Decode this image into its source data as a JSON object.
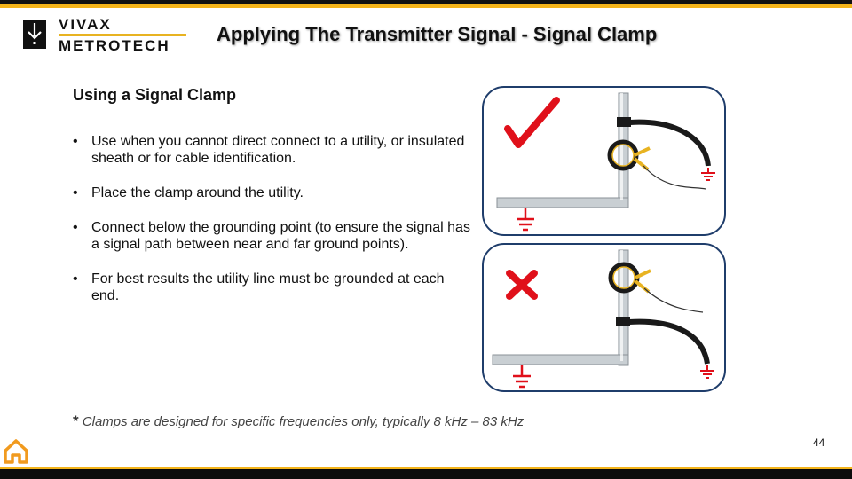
{
  "header": {
    "logo_line1": "VIVAX",
    "logo_line2": "METROTECH",
    "title": "Applying The Transmitter Signal - Signal Clamp"
  },
  "content": {
    "heading": "Using a Signal Clamp",
    "bullets": [
      "Use when you cannot direct connect to a utility, or insulated sheath or for cable identification.",
      "Place the clamp around the utility.",
      "Connect below the grounding point (to ensure the signal has a signal path between near and far ground points).",
      "For best results the utility line must be grounded at each end."
    ],
    "note_star": "*",
    "note": "Clamps are designed for specific frequencies only, typically 8 kHz – 83 kHz"
  },
  "diagrams": {
    "correct_icon": "check-icon",
    "incorrect_icon": "x-icon"
  },
  "footer": {
    "page_number": "44",
    "home_icon": "home-icon"
  },
  "colors": {
    "accent_yellow": "#f4b41a",
    "panel_border": "#1f3d6b",
    "mark_red": "#e0101a"
  }
}
